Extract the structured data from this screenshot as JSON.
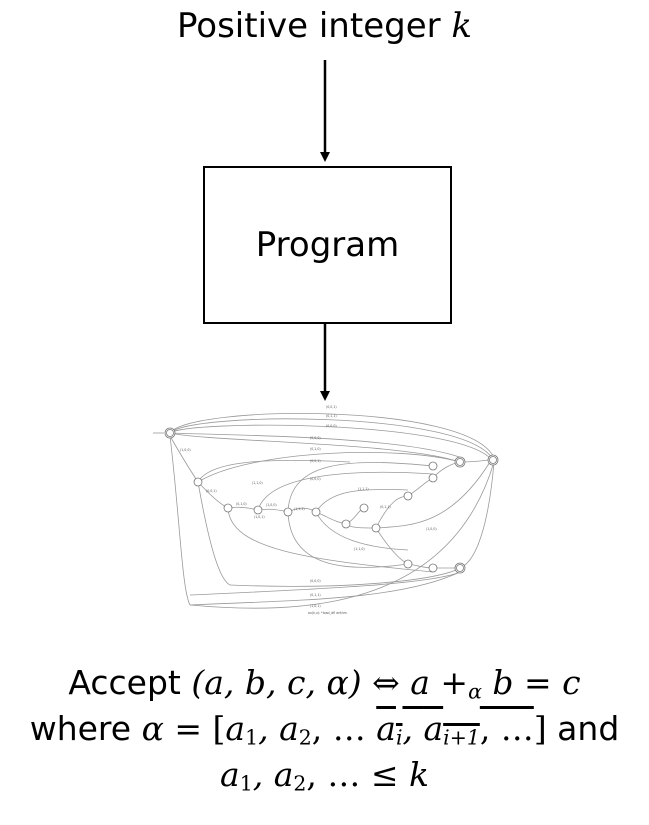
{
  "title": {
    "text": "Positive integer ",
    "variable": "k"
  },
  "box": {
    "label": "Program"
  },
  "automaton": {
    "edge_labels": [
      "(0,0,1)",
      "(0,1,1)",
      "(0,0,0)",
      "(0,0,0)",
      "(0,1,0)",
      "(1,0,0)",
      "(0,0,1)",
      "(1,1,0)",
      "(0,0,0)",
      "(1,1,1)",
      "(0,0,1)",
      "(0,1,0)",
      "(1,0,0)",
      "(1,1,1)",
      "(1,0,1)",
      "(0,1,1)",
      "(1,0,0)",
      "(1,1,0)",
      "(0,0,0)",
      "(0,1,1)",
      "(1,0,1)"
    ],
    "footer": "ax(k,x): *load_dfl arithm"
  },
  "caption": {
    "line1_word": "Accept",
    "line1_tuple": "(a, b, c, α)",
    "line1_iff": " ⇔ ",
    "line1_lhs_a": "a",
    "line1_plus": " +",
    "line1_plus_sub": "α",
    "line1_rhs": " b = c",
    "line2_word": "where ",
    "line2_alpha": "α",
    "line2_eq": " = [",
    "line2_a1": "a",
    "line2_a1_sub": "1",
    "line2_sep1": ", ",
    "line2_a2": "a",
    "line2_a2_sub": "2",
    "line2_dots": ", … ",
    "line2_ai": "a",
    "line2_ai_sub": "i",
    "line2_sep2": ", ",
    "line2_ai1": "a",
    "line2_ai1_sub": "i+1",
    "line2_dots2": ", …",
    "line2_close": "]",
    "line2_and": " and",
    "line3_a1": "a",
    "line3_a1_sub": "1",
    "line3_sep": ", ",
    "line3_a2": "a",
    "line3_a2_sub": "2",
    "line3_rest": ", … ≤ ",
    "line3_k": "k"
  }
}
